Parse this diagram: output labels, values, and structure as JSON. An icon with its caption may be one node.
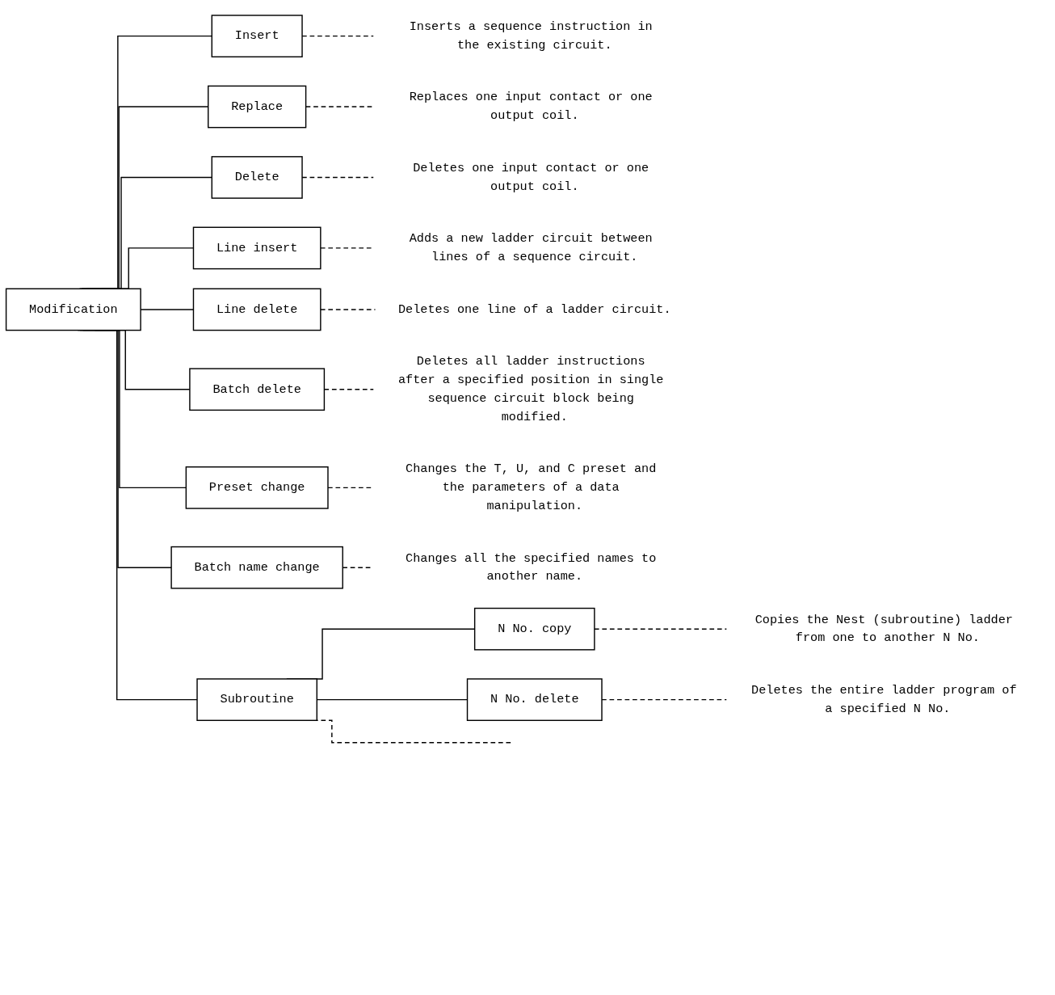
{
  "diagram": {
    "nodes": [
      {
        "text": [
          "Modification"
        ]
      },
      {
        "text": [
          "Insert"
        ]
      },
      {
        "text": [
          "Replace"
        ]
      },
      {
        "text": [
          "Delete"
        ]
      },
      {
        "text": [
          "Line insert"
        ]
      },
      {
        "text": [
          "Line delete"
        ]
      },
      {
        "text": [
          "Batch delete"
        ]
      },
      {
        "text": [
          "Preset change"
        ]
      },
      {
        "text": [
          "Batch name change"
        ]
      },
      {
        "text": [
          "Subroutine"
        ]
      },
      {
        "text": [
          "N No. copy"
        ]
      },
      {
        "text": [
          "N No. delete"
        ]
      },
      {
        "text": [
          "Inserts a sequence instruction in the existing circuit."
        ]
      },
      {
        "text": [
          "Replaces one input contact or one output coil."
        ]
      },
      {
        "text": [
          "Deletes one input contact or one output coil."
        ]
      },
      {
        "text": [
          "Adds a new ladder circuit between lines of a sequence circuit."
        ]
      },
      {
        "text": [
          "Deletes one line of a ladder circuit."
        ]
      },
      {
        "text": [
          "Deletes all ladder instructions after a specified position in single sequence circuit block being modified."
        ]
      },
      {
        "text": [
          "Changes the T, U, and C preset and the parameters of a data manipulation."
        ]
      },
      {
        "text": [
          "Changes all the specified names to another name."
        ]
      },
      {
        "text": [
          "Copies the Nest (subroutine) ladder from one to another N No."
        ]
      },
      {
        "text": [
          "Deletes the entire ladder program of a specified N No."
        ]
      }
    ],
    "edges": [
      {
        "from": 0,
        "to": 1,
        "arrow": "none"
      },
      {
        "from": 0,
        "to": 2,
        "arrow": "none"
      },
      {
        "from": 0,
        "to": 3,
        "arrow": "none"
      },
      {
        "from": 0,
        "to": 4,
        "arrow": "none"
      },
      {
        "from": 0,
        "to": 5,
        "arrow": "none"
      },
      {
        "from": 0,
        "to": 6,
        "arrow": "none"
      },
      {
        "from": 0,
        "to": 7,
        "arrow": "none"
      },
      {
        "from": 0,
        "to": 8,
        "arrow": "none"
      },
      {
        "from": 0,
        "to": 9,
        "arrow": "none"
      },
      {
        "from": 9,
        "to": 10,
        "arrow": "none"
      },
      {
        "from": 9,
        "to": 11,
        "arrow": "none"
      },
      {
        "from": 1,
        "to": 12,
        "arrow": "none",
        "style": "dashed"
      },
      {
        "from": 2,
        "to": 13,
        "arrow": "none",
        "style": "dashed"
      },
      {
        "from": 3,
        "to": 14,
        "arrow": "none",
        "style": "dashed"
      },
      {
        "from": 4,
        "to": 15,
        "arrow": "none",
        "style": "dashed"
      },
      {
        "from": 5,
        "to": 16,
        "arrow": "none",
        "style": "dashed"
      },
      {
        "from": 6,
        "to": 17,
        "arrow": "none",
        "style": "dashed"
      },
      {
        "from": 7,
        "to": 18,
        "arrow": "none",
        "style": "dashed"
      },
      {
        "from": 8,
        "to": 19,
        "arrow": "none",
        "style": "dashed"
      },
      {
        "from": 9,
        "to": null,
        "arrow": "none",
        "style": "dashed"
      },
      {
        "from": 10,
        "to": 20,
        "arrow": "none",
        "style": "dashed"
      },
      {
        "from": 11,
        "to": 21,
        "arrow": "none",
        "style": "dashed"
      }
    ]
  }
}
